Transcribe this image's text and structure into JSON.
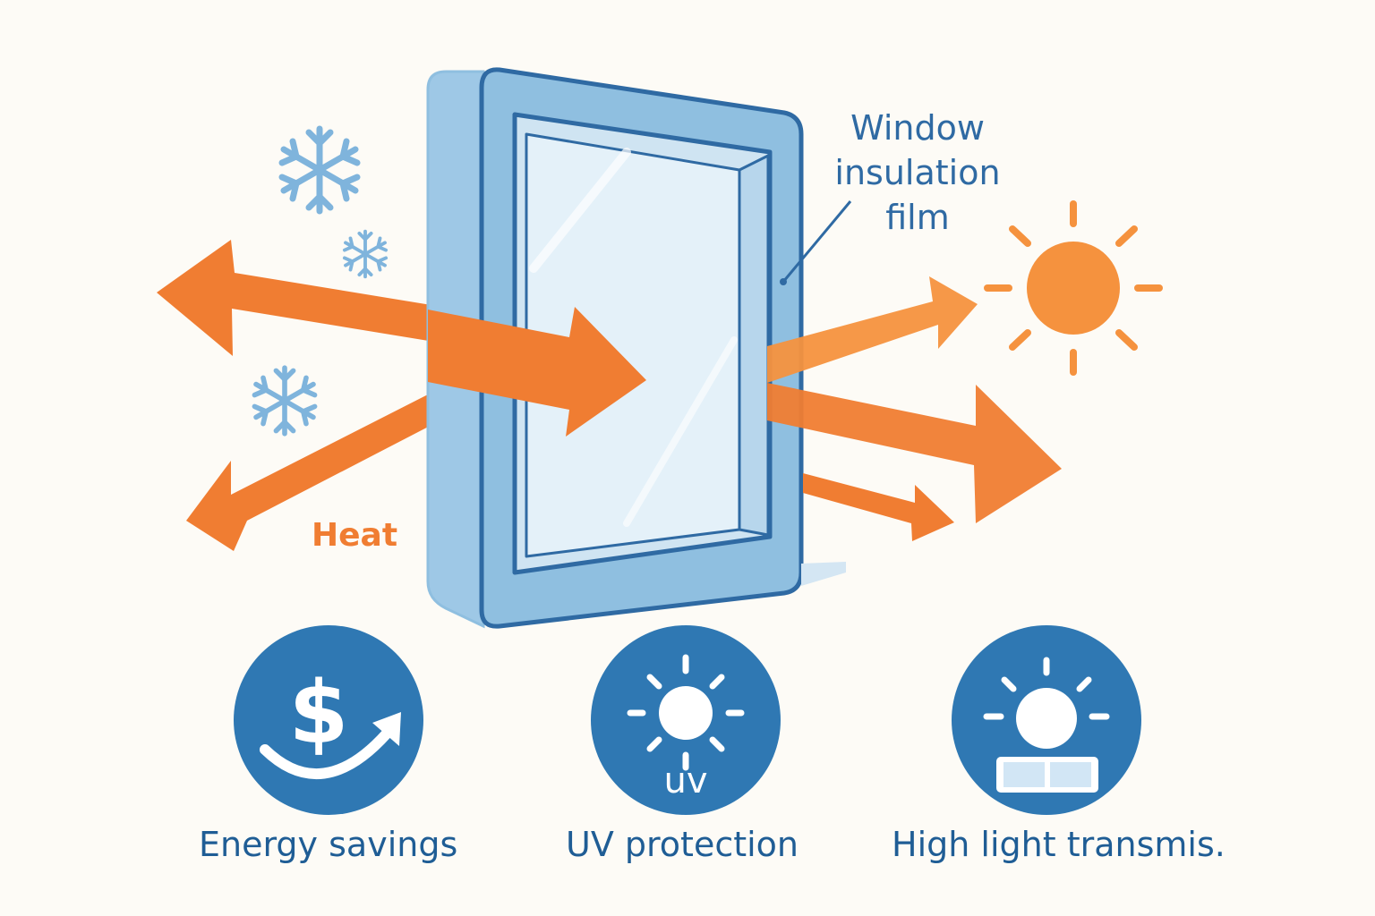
{
  "labels": {
    "film_line1": "Window",
    "film_line2": "insulation",
    "film_line3": "film",
    "heat": "Heat"
  },
  "features": [
    {
      "label": "Energy savings",
      "icon": "dollar-savings-icon"
    },
    {
      "label": "UV protection",
      "icon": "uv-sun-icon",
      "badge": "uv"
    },
    {
      "label": "High light transmis.",
      "icon": "light-transmission-icon"
    }
  ],
  "colors": {
    "background": "#fdfbf6",
    "heat_orange": "#f07d32",
    "sun_orange": "#f5923e",
    "frame_blue": "#8fbfe0",
    "frame_outline": "#2f6aa3",
    "feature_blue": "#2f78b3",
    "snow_blue": "#7fb4dc",
    "text_blue": "#1f5d95"
  }
}
